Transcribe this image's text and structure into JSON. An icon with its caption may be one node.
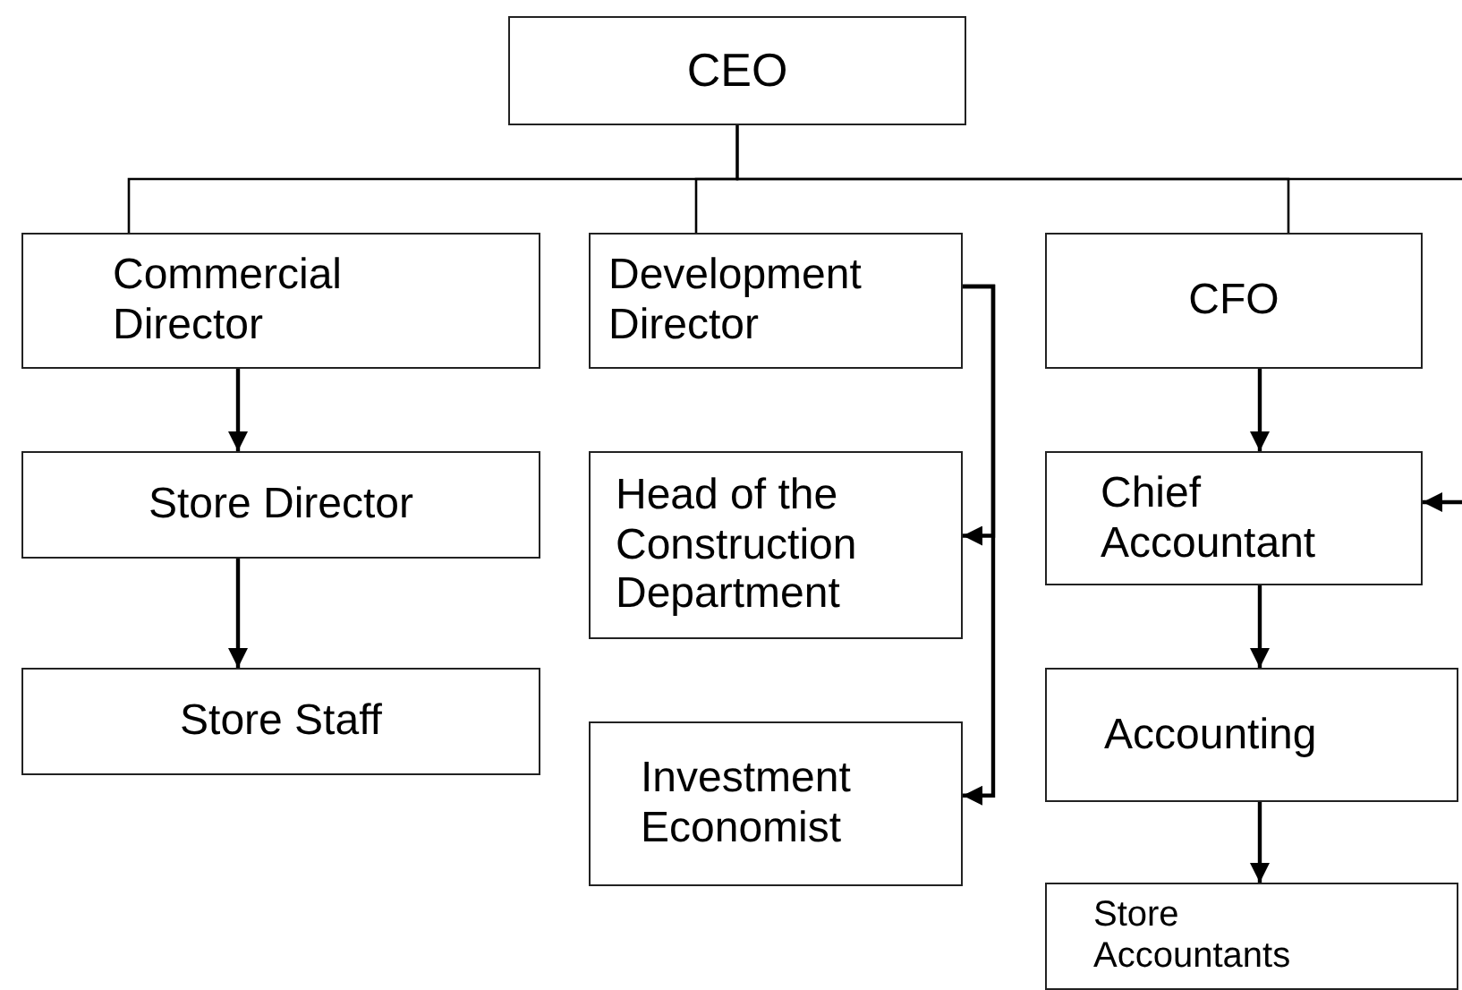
{
  "diagram": {
    "nodes": [
      {
        "text": [
          "CEO"
        ]
      },
      {
        "text": [
          "Commercial Director"
        ]
      },
      {
        "text": [
          "Development Director"
        ]
      },
      {
        "text": [
          "CFO"
        ]
      },
      {
        "text": [
          "Store Director"
        ]
      },
      {
        "text": [
          "Head of the Construction Department"
        ]
      },
      {
        "text": [
          "Chief Accountant"
        ]
      },
      {
        "text": [
          "Store Staff"
        ]
      },
      {
        "text": [
          "Investment Economist"
        ]
      },
      {
        "text": [
          "Accounting"
        ]
      },
      {
        "text": [
          "Store Accountants"
        ]
      }
    ],
    "edges": [
      {
        "from": 0,
        "to": 1,
        "arrow": "none"
      },
      {
        "from": 0,
        "to": 2,
        "arrow": "none"
      },
      {
        "from": 0,
        "to": 3,
        "arrow": "none"
      },
      {
        "from": 0,
        "to": null,
        "arrow": "none"
      },
      {
        "from": 1,
        "to": 4,
        "arrow": "to"
      },
      {
        "from": 4,
        "to": 7,
        "arrow": "to"
      },
      {
        "from": 2,
        "to": 5,
        "arrow": "to"
      },
      {
        "from": 2,
        "to": 8,
        "arrow": "to"
      },
      {
        "from": 3,
        "to": 6,
        "arrow": "to"
      },
      {
        "from": 6,
        "to": 9,
        "arrow": "to"
      },
      {
        "from": 9,
        "to": 10,
        "arrow": "to"
      },
      {
        "from": null,
        "to": 6,
        "arrow": "to"
      }
    ]
  }
}
